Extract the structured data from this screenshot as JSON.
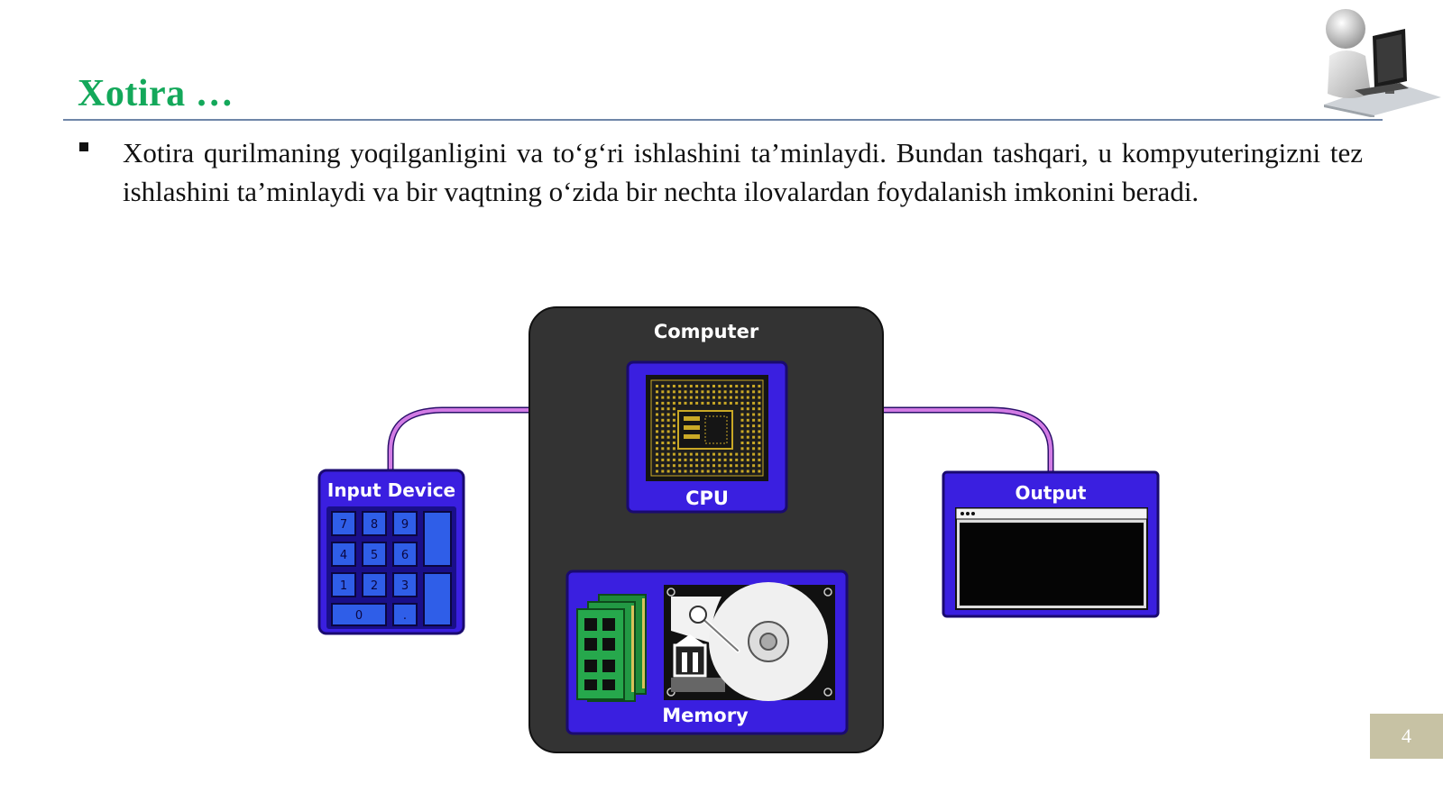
{
  "slide": {
    "title": "Xotira …",
    "bullet_text": "Xotira qurilmaning yoqilganligini va to‘g‘ri ishlashini ta’minlaydi. Bundan tashqari, u kompyuteringizni tez ishlashini ta’minlaydi va bir vaqtning o‘zida bir nechta ilovalardan foydalanish imkonini beradi.",
    "page_number": "4"
  },
  "diagram": {
    "computer_label": "Computer",
    "cpu_label": "CPU",
    "memory_label": "Memory",
    "input_label": "Input Device",
    "output_label": "Output",
    "keypad_keys": [
      "7",
      "8",
      "9",
      "4",
      "5",
      "6",
      "1",
      "2",
      "3",
      "0",
      "."
    ]
  },
  "colors": {
    "title_green": "#13a85a",
    "rule_blue": "#6f86a8",
    "box_blue": "#3a1fe0",
    "computer_dark": "#333333",
    "wire_pink": "#c86ad8",
    "chip_gold": "#c9a826",
    "ram_green": "#1e8a3a"
  },
  "icons": [
    "presenter-figure-icon",
    "keypad-icon",
    "cpu-chip-icon",
    "ram-stick-icon",
    "hard-disk-icon",
    "monitor-window-icon"
  ]
}
